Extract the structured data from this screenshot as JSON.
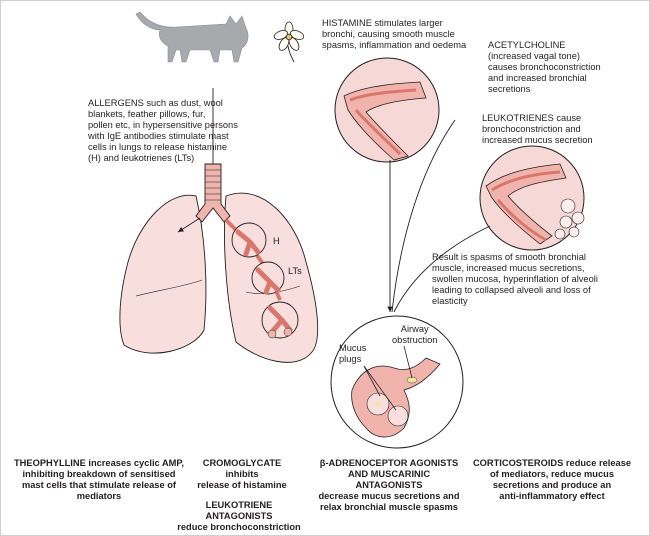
{
  "histamine_text": "HISTAMINE stimulates larger\nbronchi, causing smooth muscle\nspasms, inflammation and oedema",
  "acetylcholine_text": "ACETYLCHOLINE\n(increased vagal tone)\ncauses bronchoconstriction\nand increased bronchial\nsecretions",
  "allergens_text": "ALLERGENS such as dust, wool\nblankets, feather pillows, fur,\npollen etc, in hypersensitive persons\nwith IgE antibodies stimulate mast\ncells in lungs to release histamine\n(H) and leukotrienes (LTs)",
  "leukotrienes_text": "LEUKOTRIENES cause\nbronchoconstriction and\nincreased mucus secretion",
  "result_text": "Result is spasms of smooth bronchial\nmuscle, increased mucus secretions,\nswollen mucosa, hyperinflation of alveoli\nleading to collapsed alveoli and loss of\nelasticity",
  "label_h": "H",
  "label_lts": "LTs",
  "label_mucus_plugs": "Mucus\nplugs",
  "label_airway_obstruction": "Airway\nobstruction",
  "drugs": {
    "theophylline": "THEOPHYLLINE increases cyclic AMP,\ninhibiting breakdown of sensitised\nmast cells that stimulate release of\nmediators",
    "cromoglycate": "CROMOGLYCATE inhibits\nrelease of histamine",
    "beta_agonists": "β-ADRENOCEPTOR AGONISTS\nAND MUSCARINIC ANTAGONISTS\ndecrease mucus secretions and\nrelax bronchial muscle spasms",
    "corticosteroids": "CORTICOSTEROIDS reduce release\nof mediators, reduce mucus\nsecretions and produce an\nanti-inflammatory effect",
    "leukotriene_antagonists": "LEUKOTRIENE ANTAGONISTS\nreduce bronchoconstriction"
  },
  "colors": {
    "lung_fill": "#f8dedd",
    "bronchus_fill": "#f0b4ad",
    "mucosa": "#d9776d",
    "cat": "#a7a9ac",
    "outline": "#231f20",
    "mucus": "#f3e3a0"
  }
}
